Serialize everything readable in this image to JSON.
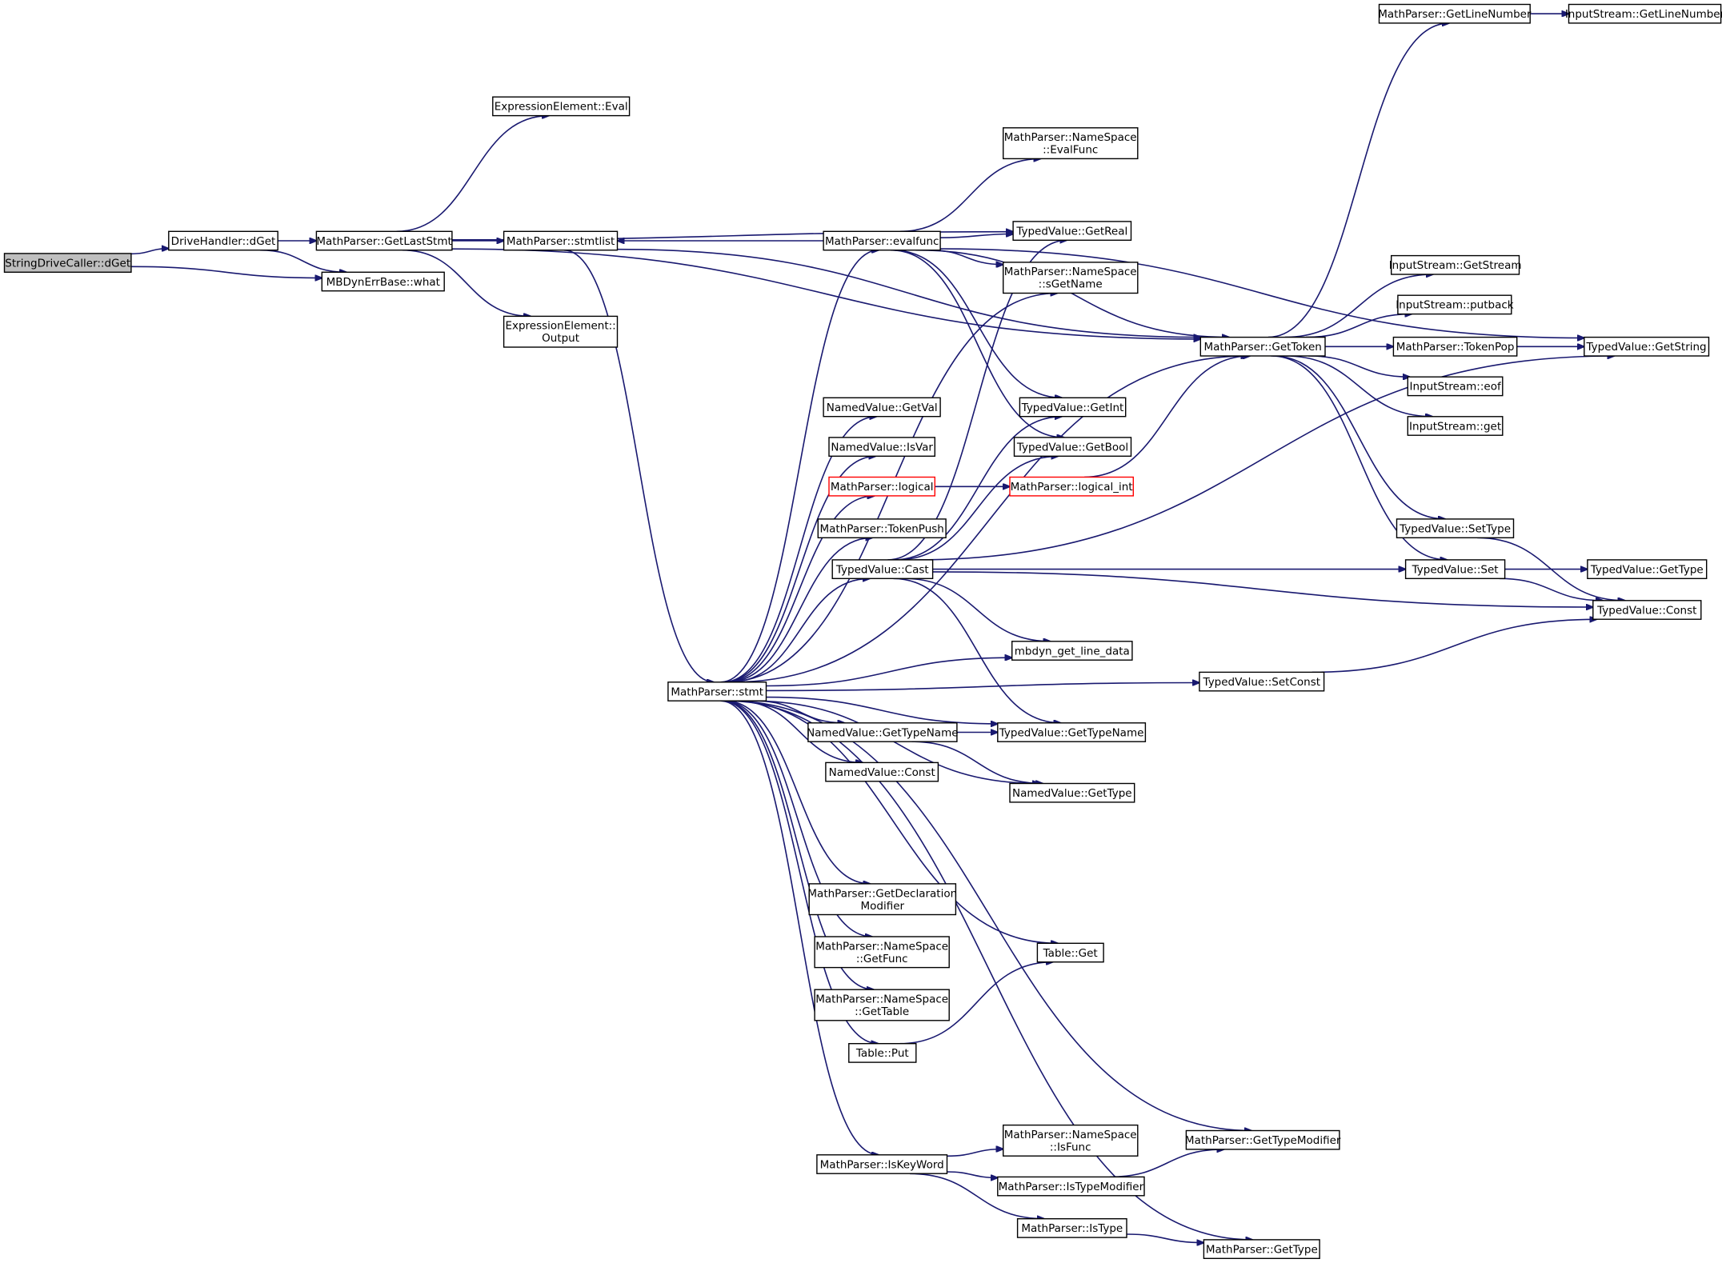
{
  "graph": {
    "edge_color": "#191970",
    "root_fill": "#bfbfbf",
    "highlight_border": "#ff0000",
    "nodes": [
      {
        "id": "root",
        "lines": [
          "StringDriveCaller::dGet"
        ],
        "style": "root"
      },
      {
        "id": "dh_dget",
        "lines": [
          "DriveHandler::dGet"
        ]
      },
      {
        "id": "getlaststmt",
        "lines": [
          "MathParser::GetLastStmt"
        ]
      },
      {
        "id": "mbdyn_what",
        "lines": [
          "MBDynErrBase::what"
        ]
      },
      {
        "id": "ee_eval",
        "lines": [
          "ExpressionElement::Eval"
        ]
      },
      {
        "id": "ee_output",
        "lines": [
          "ExpressionElement::",
          "Output"
        ]
      },
      {
        "id": "stmtlist",
        "lines": [
          "MathParser::stmtlist"
        ]
      },
      {
        "id": "stmt",
        "lines": [
          "MathParser::stmt"
        ]
      },
      {
        "id": "evalfunc",
        "lines": [
          "MathParser::evalfunc"
        ]
      },
      {
        "id": "ns_evalfunc",
        "lines": [
          "MathParser::NameSpace",
          "::EvalFunc"
        ]
      },
      {
        "id": "tv_getreal",
        "lines": [
          "TypedValue::GetReal"
        ]
      },
      {
        "id": "ns_sgetname",
        "lines": [
          "MathParser::NameSpace",
          "::sGetName"
        ]
      },
      {
        "id": "tv_getint",
        "lines": [
          "TypedValue::GetInt"
        ]
      },
      {
        "id": "tv_getbool",
        "lines": [
          "TypedValue::GetBool"
        ]
      },
      {
        "id": "logical_int",
        "lines": [
          "MathParser::logical_int"
        ],
        "style": "red"
      },
      {
        "id": "logical",
        "lines": [
          "MathParser::logical"
        ],
        "style": "red"
      },
      {
        "id": "nv_getval",
        "lines": [
          "NamedValue::GetVal"
        ]
      },
      {
        "id": "nv_isvar",
        "lines": [
          "NamedValue::IsVar"
        ]
      },
      {
        "id": "tokenpush",
        "lines": [
          "MathParser::TokenPush"
        ]
      },
      {
        "id": "tv_cast",
        "lines": [
          "TypedValue::Cast"
        ]
      },
      {
        "id": "mbdyn_line",
        "lines": [
          "mbdyn_get_line_data"
        ]
      },
      {
        "id": "gettoken",
        "lines": [
          "MathParser::GetToken"
        ]
      },
      {
        "id": "getlinenumber",
        "lines": [
          "MathParser::GetLineNumber"
        ]
      },
      {
        "id": "is_getlinenumber",
        "lines": [
          "InputStream::GetLineNumber"
        ]
      },
      {
        "id": "is_getstream",
        "lines": [
          "InputStream::GetStream"
        ]
      },
      {
        "id": "is_putback",
        "lines": [
          "InputStream::putback"
        ]
      },
      {
        "id": "tokenpop",
        "lines": [
          "MathParser::TokenPop"
        ]
      },
      {
        "id": "tv_getstring",
        "lines": [
          "TypedValue::GetString"
        ]
      },
      {
        "id": "is_eof",
        "lines": [
          "InputStream::eof"
        ]
      },
      {
        "id": "is_get",
        "lines": [
          "InputStream::get"
        ]
      },
      {
        "id": "tv_settype",
        "lines": [
          "TypedValue::SetType"
        ]
      },
      {
        "id": "tv_set",
        "lines": [
          "TypedValue::Set"
        ]
      },
      {
        "id": "tv_gettype",
        "lines": [
          "TypedValue::GetType"
        ]
      },
      {
        "id": "tv_const",
        "lines": [
          "TypedValue::Const"
        ]
      },
      {
        "id": "tv_setconst",
        "lines": [
          "TypedValue::SetConst"
        ]
      },
      {
        "id": "nv_gettypename",
        "lines": [
          "NamedValue::GetTypeName"
        ]
      },
      {
        "id": "tv_gettypename",
        "lines": [
          "TypedValue::GetTypeName"
        ]
      },
      {
        "id": "nv_const",
        "lines": [
          "NamedValue::Const"
        ]
      },
      {
        "id": "nv_gettype",
        "lines": [
          "NamedValue::GetType"
        ]
      },
      {
        "id": "getdeclmod",
        "lines": [
          "MathParser::GetDeclaration",
          "Modifier"
        ]
      },
      {
        "id": "ns_getfunc",
        "lines": [
          "MathParser::NameSpace",
          "::GetFunc"
        ]
      },
      {
        "id": "ns_gettable",
        "lines": [
          "MathParser::NameSpace",
          "::GetTable"
        ]
      },
      {
        "id": "table_get",
        "lines": [
          "Table::Get"
        ]
      },
      {
        "id": "table_put",
        "lines": [
          "Table::Put"
        ]
      },
      {
        "id": "gettypemodifier",
        "lines": [
          "MathParser::GetTypeModifier"
        ]
      },
      {
        "id": "ns_isfunc",
        "lines": [
          "MathParser::NameSpace",
          "::IsFunc"
        ]
      },
      {
        "id": "iskeyword",
        "lines": [
          "MathParser::IsKeyWord"
        ]
      },
      {
        "id": "istypemodifier",
        "lines": [
          "MathParser::IsTypeModifier"
        ]
      },
      {
        "id": "istype",
        "lines": [
          "MathParser::IsType"
        ]
      },
      {
        "id": "mp_gettype",
        "lines": [
          "MathParser::GetType"
        ]
      }
    ],
    "edges": [
      [
        "root",
        "dh_dget"
      ],
      [
        "root",
        "mbdyn_what"
      ],
      [
        "dh_dget",
        "getlaststmt"
      ],
      [
        "dh_dget",
        "mbdyn_what"
      ],
      [
        "getlaststmt",
        "ee_eval"
      ],
      [
        "getlaststmt",
        "ee_output"
      ],
      [
        "getlaststmt",
        "stmtlist"
      ],
      [
        "getlaststmt",
        "tv_getreal"
      ],
      [
        "getlaststmt",
        "gettoken"
      ],
      [
        "stmtlist",
        "gettoken"
      ],
      [
        "stmtlist",
        "stmt"
      ],
      [
        "evalfunc",
        "stmtlist"
      ],
      [
        "evalfunc",
        "ns_evalfunc"
      ],
      [
        "evalfunc",
        "tv_getreal"
      ],
      [
        "evalfunc",
        "ns_sgetname"
      ],
      [
        "evalfunc",
        "gettoken"
      ],
      [
        "evalfunc",
        "tv_getint"
      ],
      [
        "evalfunc",
        "tv_getbool"
      ],
      [
        "evalfunc",
        "tv_getstring"
      ],
      [
        "stmt",
        "evalfunc"
      ],
      [
        "stmt",
        "ns_sgetname"
      ],
      [
        "stmt",
        "gettoken"
      ],
      [
        "stmt",
        "nv_getval"
      ],
      [
        "stmt",
        "nv_isvar"
      ],
      [
        "stmt",
        "logical"
      ],
      [
        "stmt",
        "tokenpush"
      ],
      [
        "stmt",
        "tv_cast"
      ],
      [
        "stmt",
        "mbdyn_line"
      ],
      [
        "stmt",
        "tv_setconst"
      ],
      [
        "stmt",
        "nv_gettypename"
      ],
      [
        "stmt",
        "tv_gettypename"
      ],
      [
        "stmt",
        "nv_const"
      ],
      [
        "stmt",
        "nv_gettype"
      ],
      [
        "stmt",
        "getdeclmod"
      ],
      [
        "stmt",
        "ns_getfunc"
      ],
      [
        "stmt",
        "ns_gettable"
      ],
      [
        "stmt",
        "table_get"
      ],
      [
        "stmt",
        "table_put"
      ],
      [
        "stmt",
        "gettypemodifier"
      ],
      [
        "stmt",
        "iskeyword"
      ],
      [
        "stmt",
        "mp_gettype"
      ],
      [
        "logical",
        "logical_int"
      ],
      [
        "logical_int",
        "gettoken"
      ],
      [
        "tv_cast",
        "tv_getreal"
      ],
      [
        "tv_cast",
        "tv_getint"
      ],
      [
        "tv_cast",
        "tv_getbool"
      ],
      [
        "tv_cast",
        "tv_getstring"
      ],
      [
        "tv_cast",
        "mbdyn_line"
      ],
      [
        "tv_cast",
        "tv_set"
      ],
      [
        "tv_cast",
        "tv_const"
      ],
      [
        "tv_cast",
        "tv_gettypename"
      ],
      [
        "gettoken",
        "getlinenumber"
      ],
      [
        "gettoken",
        "is_getstream"
      ],
      [
        "gettoken",
        "is_putback"
      ],
      [
        "gettoken",
        "tokenpop"
      ],
      [
        "gettoken",
        "is_eof"
      ],
      [
        "gettoken",
        "is_get"
      ],
      [
        "gettoken",
        "tv_settype"
      ],
      [
        "gettoken",
        "tv_set"
      ],
      [
        "getlinenumber",
        "is_getlinenumber"
      ],
      [
        "tokenpop",
        "tv_getstring"
      ],
      [
        "tv_settype",
        "tv_const"
      ],
      [
        "tv_set",
        "tv_gettype"
      ],
      [
        "tv_set",
        "tv_const"
      ],
      [
        "tv_setconst",
        "tv_const"
      ],
      [
        "nv_gettypename",
        "tv_gettypename"
      ],
      [
        "nv_gettypename",
        "nv_gettype"
      ],
      [
        "table_put",
        "table_get"
      ],
      [
        "iskeyword",
        "ns_isfunc"
      ],
      [
        "iskeyword",
        "istypemodifier"
      ],
      [
        "iskeyword",
        "istype"
      ],
      [
        "istypemodifier",
        "gettypemodifier"
      ],
      [
        "istype",
        "mp_gettype"
      ]
    ]
  }
}
